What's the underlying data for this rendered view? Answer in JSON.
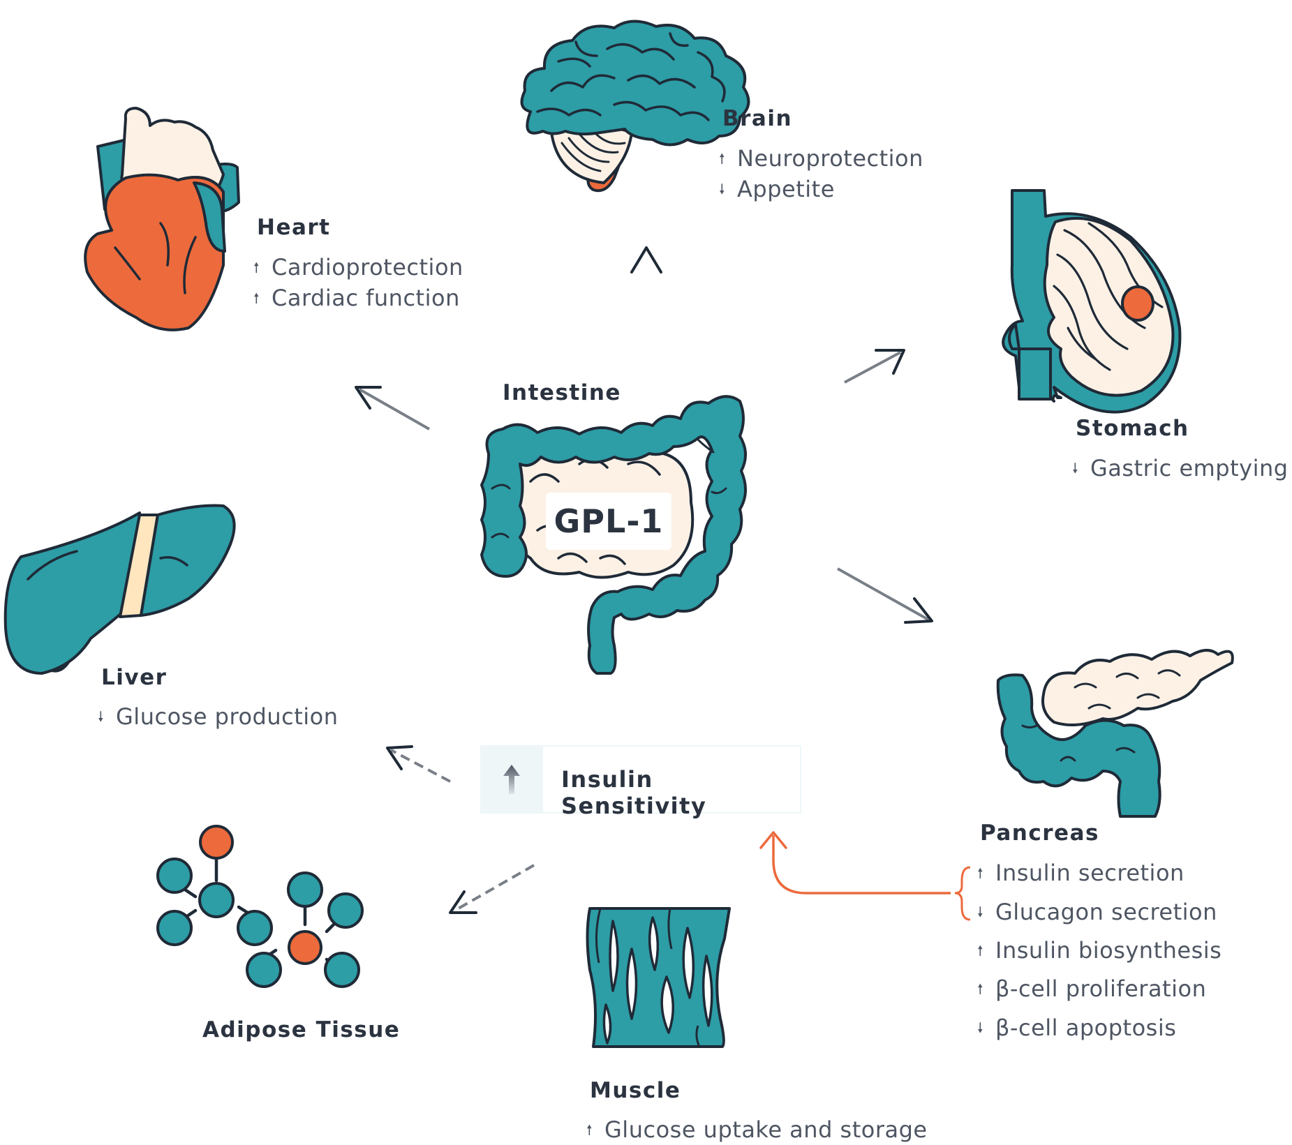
{
  "colors": {
    "teal": "#2d9da6",
    "orange": "#ec6a3c",
    "cream": "#fdf1e6",
    "outline": "#1f2a37",
    "text": "#2b3340"
  },
  "center": {
    "organ": "Intestine",
    "label": "GPL-1"
  },
  "organs": {
    "brain": {
      "name": "Brain",
      "effects": [
        {
          "dir": "up",
          "text": "Neuroprotection"
        },
        {
          "dir": "down",
          "text": "Appetite"
        }
      ]
    },
    "heart": {
      "name": "Heart",
      "effects": [
        {
          "dir": "up",
          "text": "Cardioprotection"
        },
        {
          "dir": "up",
          "text": "Cardiac function"
        }
      ]
    },
    "stomach": {
      "name": "Stomach",
      "effects": [
        {
          "dir": "down",
          "text": "Gastric emptying"
        }
      ]
    },
    "liver": {
      "name": "Liver",
      "effects": [
        {
          "dir": "down",
          "text": "Glucose production"
        }
      ]
    },
    "pancreas": {
      "name": "Pancreas",
      "effects": [
        {
          "dir": "up",
          "text": "Insulin secretion"
        },
        {
          "dir": "down",
          "text": "Glucagon secretion"
        },
        {
          "dir": "up",
          "text": "Insulin biosynthesis"
        },
        {
          "dir": "up",
          "text": "β-cell proliferation"
        },
        {
          "dir": "down",
          "text": "β-cell apoptosis"
        }
      ]
    },
    "adipose": {
      "name": "Adipose Tissue"
    },
    "muscle": {
      "name": "Muscle",
      "effects": [
        {
          "dir": "up",
          "text": "Glucose uptake and storage"
        }
      ]
    }
  },
  "insulin": {
    "dir": "up",
    "label": "Insulin Sensitivity"
  }
}
